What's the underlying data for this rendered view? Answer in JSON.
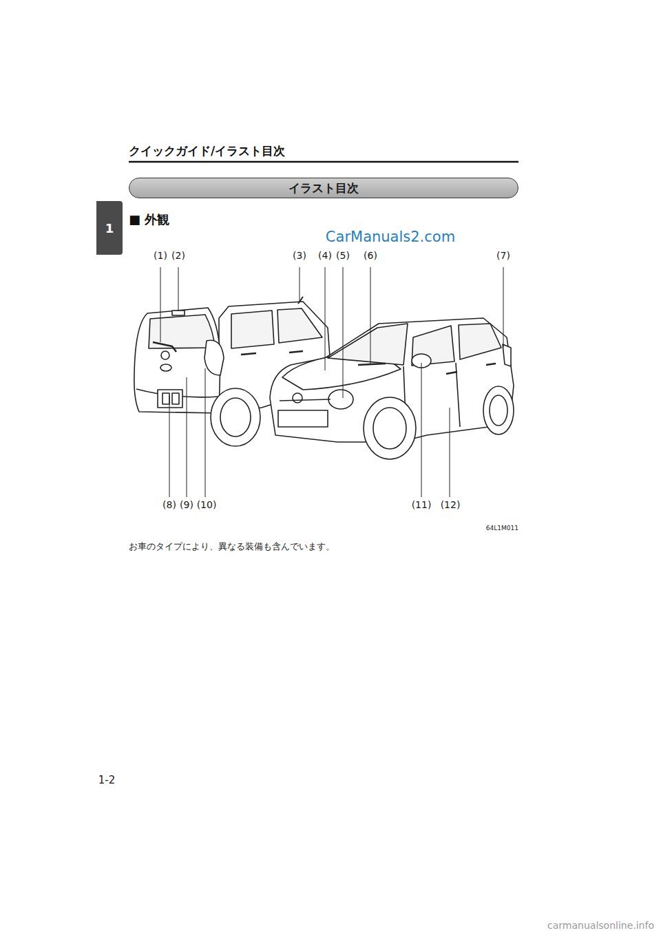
{
  "diagram": {
    "title": "クイックガイド/イラスト目次",
    "nodes": [
      {
        "text": [
          "イラスト目次"
        ]
      },
      {
        "text": [
          "1"
        ]
      }
    ],
    "labels": [
      "■ 外観",
      "CarManuals2.com",
      "(1)",
      "(2)",
      "(3)",
      "(4)",
      "(5)",
      "(6)",
      "(7)",
      "(8)",
      "(9)",
      "(10)",
      "(11)",
      "(12)",
      "64L1M011",
      "お車のタイプにより、異なる装備も含んでいます。",
      "1-2",
      "carmanualsonline.info"
    ]
  }
}
